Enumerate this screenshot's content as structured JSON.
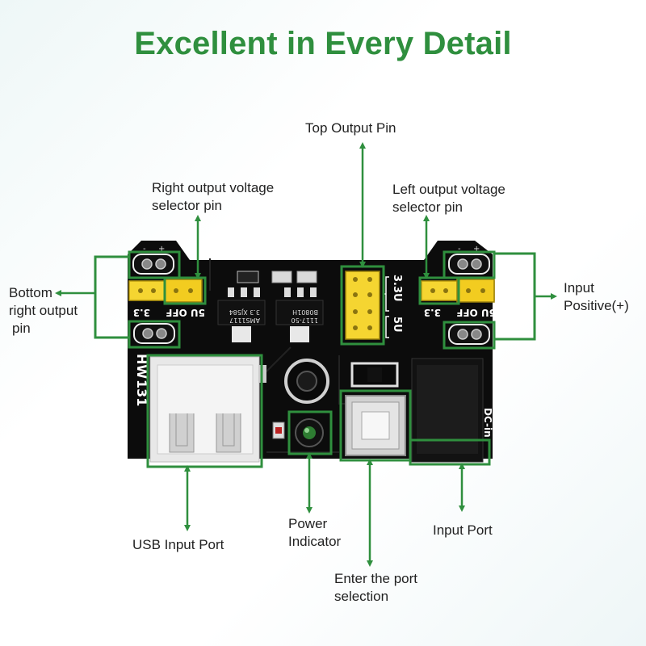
{
  "title": "Excellent in Every Detail",
  "colors": {
    "accent": "#2f8f3e",
    "board": "#0c0c0c",
    "jumper": "#f5d531"
  },
  "labels": {
    "top_output_pin": "Top Output Pin",
    "right_selector": [
      "Right output voltage",
      "selector pin"
    ],
    "left_selector": [
      "Left output voltage",
      "selector pin"
    ],
    "bottom_right_output": [
      "Bottom",
      "right output",
      "pin"
    ],
    "input_positive": [
      "Input",
      "Positive(+)"
    ],
    "usb_input_port": "USB Input Port",
    "power_indicator": [
      "Power",
      "Indicator"
    ],
    "enter_port_selection": [
      "Enter the port",
      "selection"
    ],
    "input_port": "Input Port"
  },
  "board": {
    "model_line1": "HW",
    "model_line2": "131",
    "silk_33": "3.3",
    "silk_5v_off": "5U OFF",
    "silk_33v": "3.3U",
    "silk_5v": "5U",
    "silk_dc": "DC-in",
    "chip1_line1": "AMS1117",
    "chip1_line2": "3.3 XJ584",
    "chip2_line1": "1117-50",
    "chip2_line2": "B0801H",
    "pin_minus": "-",
    "pin_plus": "+"
  }
}
